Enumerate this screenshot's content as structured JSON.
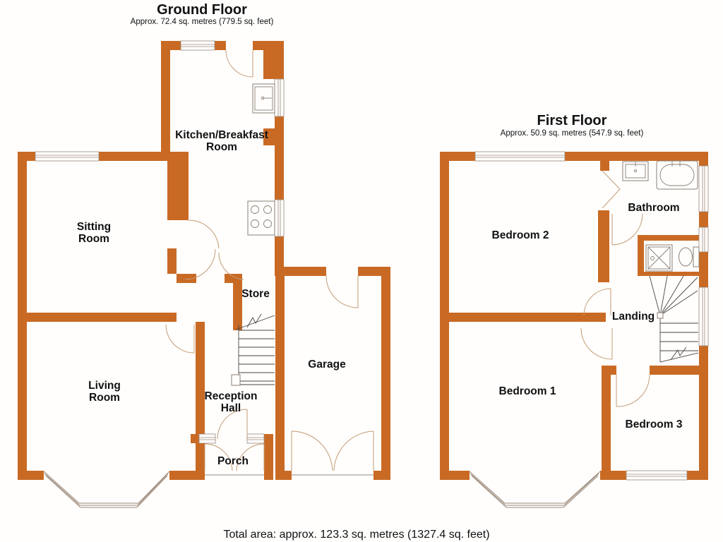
{
  "ground_floor": {
    "title": "Ground Floor",
    "area": "Approx. 72.4 sq. metres (779.5 sq. feet)",
    "rooms": {
      "kitchen_line1": "Kitchen/Breakfast",
      "kitchen_line2": "Room",
      "sitting_line1": "Sitting",
      "sitting_line2": "Room",
      "living_line1": "Living",
      "living_line2": "Room",
      "store": "Store",
      "garage": "Garage",
      "reception_line1": "Reception",
      "reception_line2": "Hall",
      "porch": "Porch"
    }
  },
  "first_floor": {
    "title": "First Floor",
    "area": "Approx. 50.9 sq. metres (547.9 sq. feet)",
    "rooms": {
      "bedroom2": "Bedroom 2",
      "bathroom": "Bathroom",
      "landing": "Landing",
      "bedroom1": "Bedroom 1",
      "bedroom3": "Bedroom 3"
    }
  },
  "footer": {
    "total_area": "Total area: approx. 123.3 sq. metres (1327.4 sq. feet)"
  },
  "colors": {
    "wall": "#C96A24",
    "door_line": "#c49a72",
    "window_line": "#9a8878",
    "stair_line": "#4a443f",
    "fixture_line": "#8b7d72",
    "text": "#111111",
    "background": "#fffefd"
  }
}
